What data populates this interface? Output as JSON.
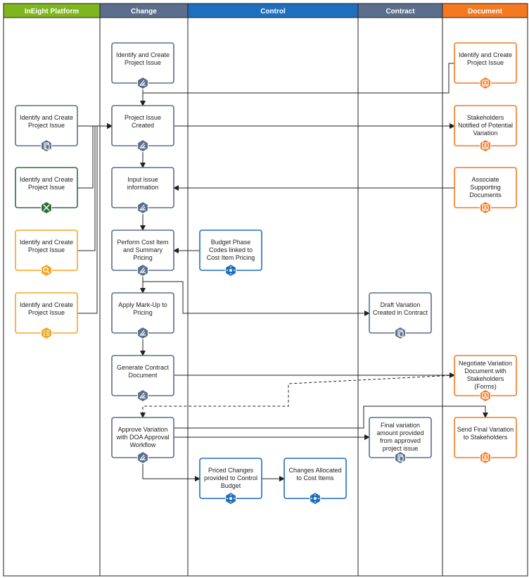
{
  "colors": {
    "platform": "#7fb51f",
    "change": "#5b6e8c",
    "control": "#1f6fbf",
    "contract": "#5b6e8c",
    "document": "#f47920",
    "platform_green": "#2e6b3a",
    "platform_yellow": "#f5a623",
    "line": "#222222"
  },
  "lanes": [
    {
      "id": "platform",
      "title": "InEight Platform",
      "color": "#7fb51f"
    },
    {
      "id": "change",
      "title": "Change",
      "color": "#5b6e8c"
    },
    {
      "id": "control",
      "title": "Control",
      "color": "#1f6fbf"
    },
    {
      "id": "contract",
      "title": "Contract",
      "color": "#5b6e8c"
    },
    {
      "id": "document",
      "title": "Document",
      "color": "#f47920"
    }
  ],
  "nodes": [
    {
      "id": "c1",
      "lines": [
        "Identify and Create",
        "Project Issue"
      ],
      "icon": "change-icon",
      "color": "#5b6e8c"
    },
    {
      "id": "c2",
      "lines": [
        "Project Issue",
        "Created"
      ],
      "icon": "change-icon",
      "color": "#5b6e8c"
    },
    {
      "id": "c3",
      "lines": [
        "Input issue",
        "information"
      ],
      "icon": "change-icon",
      "color": "#5b6e8c"
    },
    {
      "id": "c4",
      "lines": [
        "Perform Cost Item",
        "and Summary",
        "Pricing"
      ],
      "icon": "change-icon",
      "color": "#5b6e8c"
    },
    {
      "id": "c5",
      "lines": [
        "Apply Mark-Up to",
        "Pricing"
      ],
      "icon": "change-icon",
      "color": "#5b6e8c"
    },
    {
      "id": "c6",
      "lines": [
        "Generate Contract",
        "Document"
      ],
      "icon": "change-icon",
      "color": "#5b6e8c"
    },
    {
      "id": "c7",
      "lines": [
        "Approve Variation",
        "with DOA Approval",
        "Workflow"
      ],
      "icon": "change-icon",
      "color": "#5b6e8c"
    },
    {
      "id": "p1",
      "lines": [
        "Identify and Create",
        "Project Issue"
      ],
      "icon": "contract-icon",
      "color": "#5b6e8c"
    },
    {
      "id": "p2",
      "lines": [
        "Identify and Create",
        "Project Issue"
      ],
      "icon": "tools-icon",
      "color": "#2e6b3a"
    },
    {
      "id": "p3",
      "lines": [
        "Identify and Create",
        "Project Issue"
      ],
      "icon": "search-icon",
      "color": "#f5a623"
    },
    {
      "id": "p4",
      "lines": [
        "Identify and Create",
        "Project Issue"
      ],
      "icon": "list-icon",
      "color": "#f5a623"
    },
    {
      "id": "k1",
      "lines": [
        "Budget Phase",
        "Codes linked to",
        "Cost Item Pricing"
      ],
      "icon": "control-icon",
      "color": "#1f6fbf"
    },
    {
      "id": "k2",
      "lines": [
        "Priced Changes",
        "provided to Control",
        "Budget"
      ],
      "icon": "control-icon",
      "color": "#1f6fbf"
    },
    {
      "id": "k3",
      "lines": [
        "Changes Allocated",
        "to Cost Items"
      ],
      "icon": "control-icon",
      "color": "#1f6fbf"
    },
    {
      "id": "t1",
      "lines": [
        "Draft Variation",
        "Created in Contract"
      ],
      "icon": "contract-icon",
      "color": "#5b6e8c"
    },
    {
      "id": "t2",
      "lines": [
        "Final variation",
        "amount provided",
        "from approved",
        "project issue"
      ],
      "icon": "contract-icon",
      "color": "#5b6e8c"
    },
    {
      "id": "d1",
      "lines": [
        "Identify and Create",
        "Project Issue"
      ],
      "icon": "document-icon",
      "color": "#f47920"
    },
    {
      "id": "d2",
      "lines": [
        "Stakeholders",
        "Notified of Potential",
        "Variation"
      ],
      "icon": "document-icon",
      "color": "#f47920"
    },
    {
      "id": "d3",
      "lines": [
        "Associate",
        "Supporting",
        "Documents"
      ],
      "icon": "document-icon",
      "color": "#f47920"
    },
    {
      "id": "d4",
      "lines": [
        "Negotiate Variation",
        "Document with",
        "Stakeholders",
        "(Forms)"
      ],
      "icon": "document-icon",
      "color": "#f47920"
    },
    {
      "id": "d5",
      "lines": [
        "Send Final Variation",
        "to Stakeholders"
      ],
      "icon": "document-icon",
      "color": "#f47920"
    }
  ]
}
